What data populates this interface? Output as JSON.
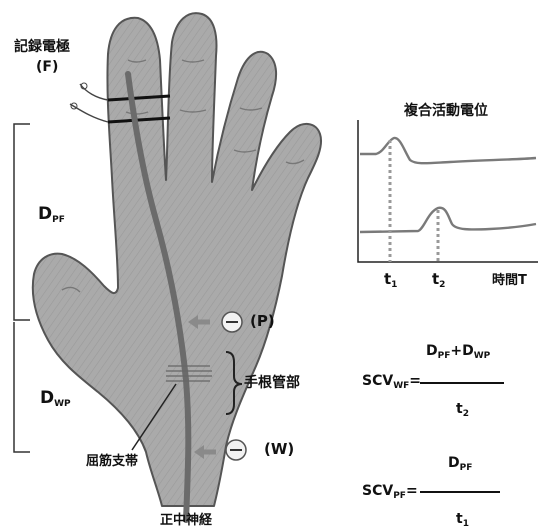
{
  "diagram": {
    "electrode_label": "記録電極",
    "electrode_point": "(F)",
    "distance_pf": {
      "main": "D",
      "sub": "PF"
    },
    "distance_wp": {
      "main": "D",
      "sub": "WP"
    },
    "point_p": "(P)",
    "point_w": "(W)",
    "carpal_tunnel_label": "手根管部",
    "retinaculum_label": "屈筋支帯",
    "nerve_label": "正中神経",
    "graph": {
      "title": "複合活動電位",
      "t1": {
        "main": "t",
        "sub": "1"
      },
      "t2": {
        "main": "t",
        "sub": "2"
      },
      "time_axis_label": "時間T"
    },
    "formula_wf": {
      "lhs": {
        "main": "SCV",
        "sub": "WF"
      },
      "eq": "=",
      "numerator": {
        "a_main": "D",
        "a_sub": "PF",
        "plus": "+",
        "b_main": "D",
        "b_sub": "WP"
      },
      "denominator": {
        "main": "t",
        "sub": "2"
      }
    },
    "formula_pf": {
      "lhs": {
        "main": "SCV",
        "sub": "PF"
      },
      "eq": "=",
      "numerator": {
        "main": "D",
        "sub": "PF"
      },
      "denominator": {
        "main": "t",
        "sub": "1"
      }
    },
    "colors": {
      "hand_fill": "#a9a9a9",
      "outline": "#555555",
      "nerve": "#6b6b6b",
      "arrow": "#8a8a8a"
    }
  }
}
